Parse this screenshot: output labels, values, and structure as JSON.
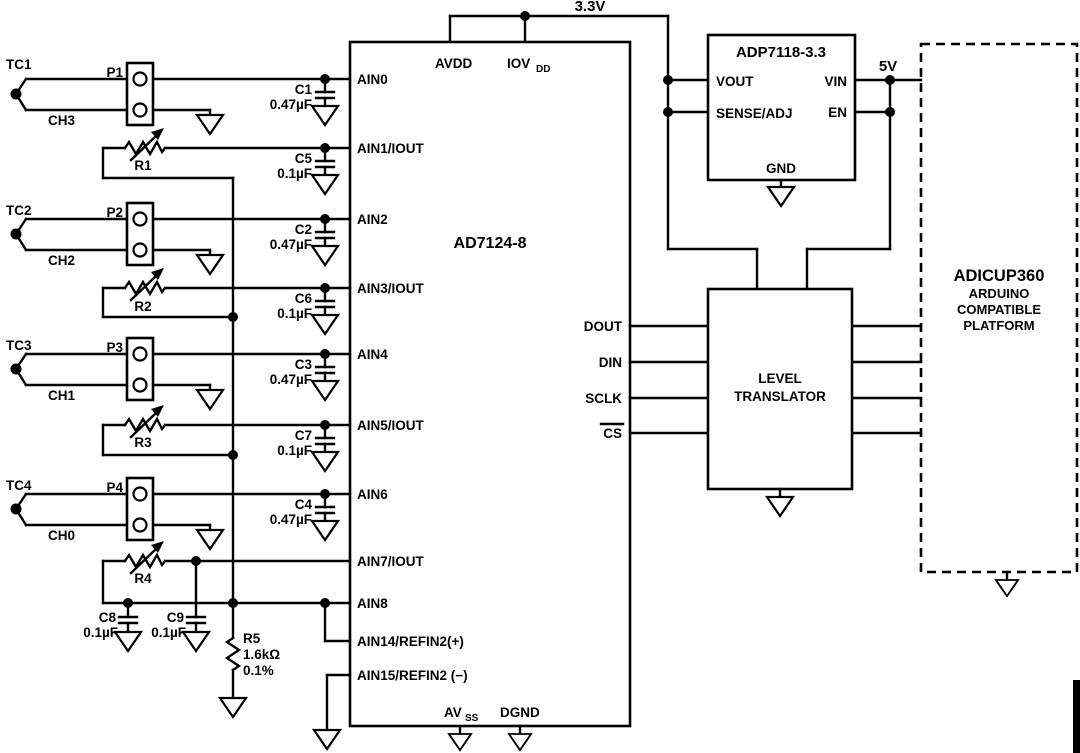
{
  "supply": {
    "rail_33": "3.3V",
    "rail_5": "5V"
  },
  "adc": {
    "name": "AD7124-8",
    "pin_avdd": "AVDD",
    "pin_iovdd_base": "IOV",
    "pin_iovdd_sub": "DD",
    "pin_avss_base": "AV",
    "pin_avss_sub": "SS",
    "pin_dgnd": "DGND",
    "pins_left": [
      "AIN0",
      "AIN1/IOUT",
      "AIN2",
      "AIN3/IOUT",
      "AIN4",
      "AIN5/IOUT",
      "AIN6",
      "AIN7/IOUT",
      "AIN8",
      "AIN14/REFIN2(+)",
      "AIN15/REFIN2 (−)"
    ],
    "pins_right": [
      "DOUT",
      "DIN",
      "SCLK",
      "CS"
    ]
  },
  "regulator": {
    "name": "ADP7118-3.3",
    "pin_vout": "VOUT",
    "pin_sense": "SENSE/ADJ",
    "pin_vin": "VIN",
    "pin_en": "EN",
    "pin_gnd": "GND"
  },
  "translator": {
    "line1": "LEVEL",
    "line2": "TRANSLATOR"
  },
  "platform": {
    "name": "ADICUP360",
    "line2": "ARDUINO",
    "line3": "COMPATIBLE",
    "line4": "PLATFORM"
  },
  "thermocouples": [
    {
      "name": "TC1",
      "connector": "P1",
      "channel": "CH3"
    },
    {
      "name": "TC2",
      "connector": "P2",
      "channel": "CH2"
    },
    {
      "name": "TC3",
      "connector": "P3",
      "channel": "CH1"
    },
    {
      "name": "TC4",
      "connector": "P4",
      "channel": "CH0"
    }
  ],
  "resistors": [
    {
      "name": "R1"
    },
    {
      "name": "R2"
    },
    {
      "name": "R3"
    },
    {
      "name": "R4"
    },
    {
      "name": "R5",
      "value": "1.6kΩ",
      "tolerance": "0.1%"
    }
  ],
  "capacitors": [
    {
      "name": "C1",
      "value": "0.47µF"
    },
    {
      "name": "C2",
      "value": "0.47µF"
    },
    {
      "name": "C3",
      "value": "0.47µF"
    },
    {
      "name": "C4",
      "value": "0.47µF"
    },
    {
      "name": "C5",
      "value": "0.1µF"
    },
    {
      "name": "C6",
      "value": "0.1µF"
    },
    {
      "name": "C7",
      "value": "0.1µF"
    },
    {
      "name": "C8",
      "value": "0.1µF"
    },
    {
      "name": "C9",
      "value": "0.1µF"
    }
  ]
}
